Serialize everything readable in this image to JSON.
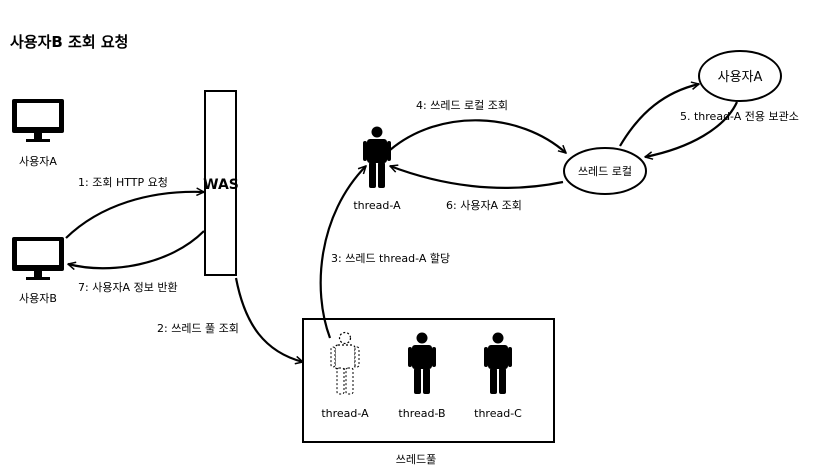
{
  "title": "사용자B 조회 요청",
  "nodes": {
    "userA_monitor_label": "사용자A",
    "userB_monitor_label": "사용자B",
    "was_label": "WAS",
    "thread_local_label": "쓰레드 로컬",
    "userA_circle_label": "사용자A",
    "thread_a_active_label": "thread-A",
    "pool_label": "쓰레드풀",
    "pool_threads": [
      "thread-A",
      "thread-B",
      "thread-C"
    ]
  },
  "edges": {
    "e1": "1: 조회 HTTP 요청",
    "e2": "2: 쓰레드 풀 조회",
    "e3": "3: 쓰레드 thread-A 할당",
    "e4": "4: 쓰레드 로컬 조회",
    "e5": "5. thread-A 전용 보관소",
    "e6": "6: 사용자A 조회",
    "e7": "7: 사용자A 정보 반환"
  }
}
